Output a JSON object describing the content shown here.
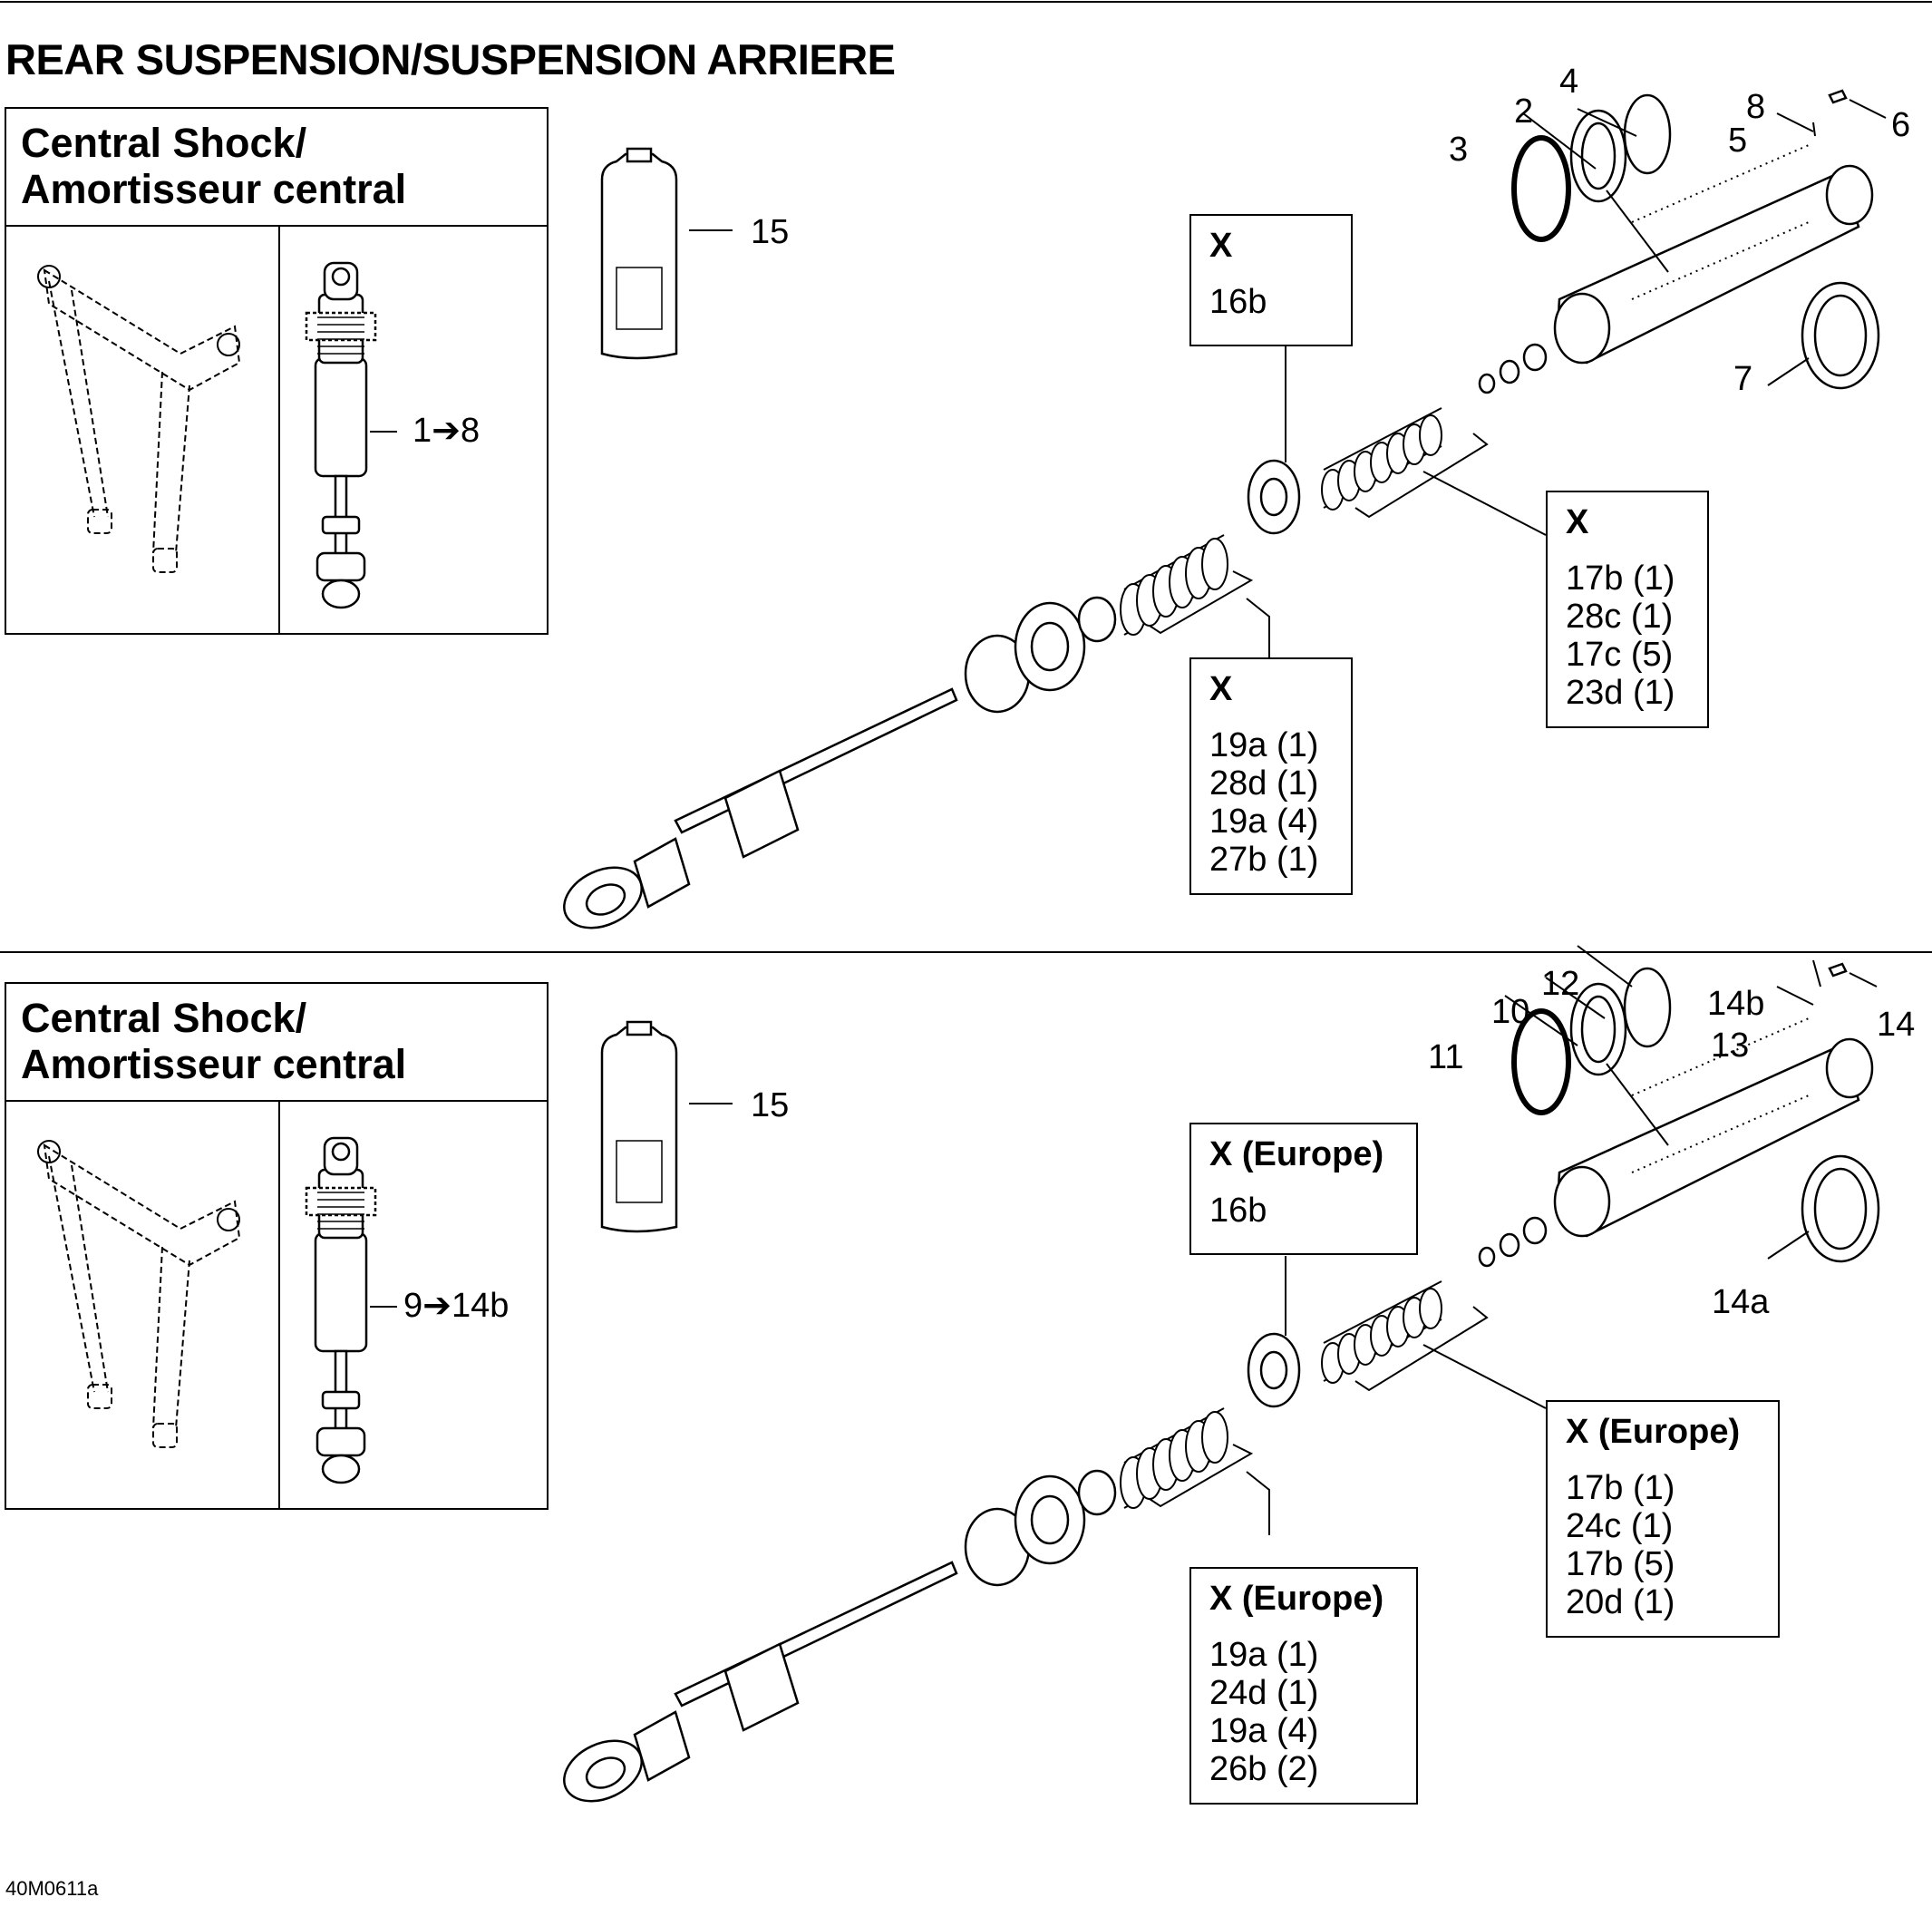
{
  "title": "REAR SUSPENSION/SUSPENSION ARRIERE",
  "drawing_code": "40M0611a",
  "sections": [
    {
      "heading_line1": "Central Shock/",
      "heading_line2": "Amortisseur central",
      "range_label": "1➔8",
      "labels": {
        "oil": "15",
        "a": "2",
        "b": "4",
        "c": "3",
        "d": "8",
        "e": "5",
        "f": "6",
        "g": "7"
      },
      "callouts": [
        {
          "header": "X",
          "items": [
            "16b"
          ]
        },
        {
          "header": "X",
          "items": [
            "17b (1)",
            "28c (1)",
            "17c (5)",
            "23d (1)"
          ]
        },
        {
          "header": "X",
          "items": [
            "19a (1)",
            "28d (1)",
            "19a (4)",
            "27b (1)"
          ]
        }
      ]
    },
    {
      "heading_line1": "Central Shock/",
      "heading_line2": "Amortisseur central",
      "range_label": "9➔14b",
      "labels": {
        "oil": "15",
        "a": "10",
        "b": "12",
        "c": "11",
        "d": "14b",
        "e": "13",
        "f": "14",
        "g": "14a"
      },
      "callouts": [
        {
          "header": "X (Europe)",
          "items": [
            "16b"
          ]
        },
        {
          "header": "X (Europe)",
          "items": [
            "17b (1)",
            "24c (1)",
            "17b (5)",
            "20d (1)"
          ]
        },
        {
          "header": "X (Europe)",
          "items": [
            "19a (1)",
            "24d (1)",
            "19a (4)",
            "26b (2)"
          ]
        }
      ]
    }
  ]
}
